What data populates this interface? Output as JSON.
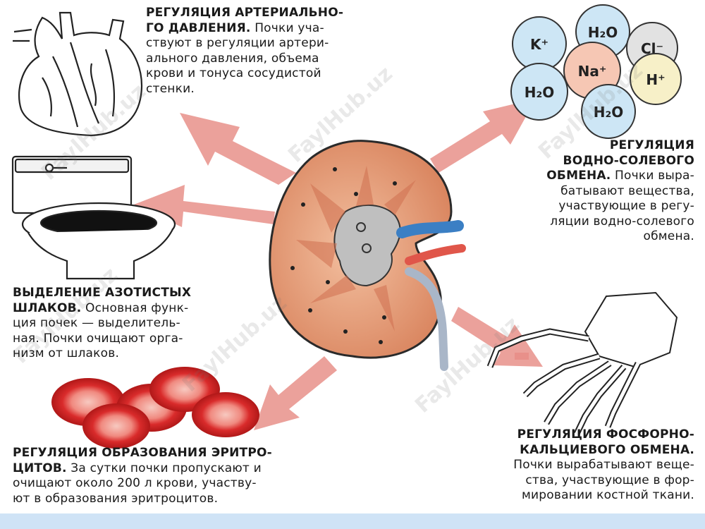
{
  "watermark": "FaylHub.uz",
  "blocks": {
    "pressure": {
      "heading_lines": [
        "РЕГУЛЯЦИЯ АРТЕРИАЛЬНО-",
        "ГО ДАВЛЕНИЯ."
      ],
      "body_lines": [
        " Почки уча-",
        "ствуют в регуляции артери-",
        "ального давления, объема",
        "крови и тонуса сосудистой",
        "стенки."
      ]
    },
    "water_salt": {
      "heading_lines": [
        "РЕГУЛЯЦИЯ",
        "ВОДНО-СОЛЕВОГО",
        "ОБМЕНА."
      ],
      "body_lines": [
        " Почки выра-",
        "батывают вещества,",
        "участвующие в регу-",
        "ляции водно-солевого",
        "обмена."
      ]
    },
    "waste": {
      "heading_lines": [
        "ВЫДЕЛЕНИЕ АЗОТИСТЫХ",
        "ШЛАКОВ."
      ],
      "body_lines": [
        " Основная функ-",
        "ция почек — выделитель-",
        "ная. Почки очищают орга-",
        "низм от шлаков."
      ]
    },
    "erythrocytes": {
      "heading_lines": [
        "РЕГУЛЯЦИЯ ОБРАЗОВАНИЯ ЭРИТРО-",
        "ЦИТОВ."
      ],
      "body_lines": [
        " За сутки почки пропускают и",
        "очищают около 200 л крови, участву-",
        "ют в образования эритроцитов."
      ]
    },
    "phosphorus_calcium": {
      "heading_lines": [
        "РЕГУЛЯЦИЯ ФОСФОРНО-",
        "КАЛЬЦИЕВОГО ОБМЕНА."
      ],
      "body_lines": [
        "Почки вырабатывают веще-",
        "ства, участвующие в фор-",
        "мировании костной ткани."
      ]
    }
  },
  "ions": [
    {
      "label": "K⁺",
      "color": "#cde6f5"
    },
    {
      "label": "H₂O",
      "color": "#cde6f5"
    },
    {
      "label": "Cl⁻",
      "color": "#e2e2e2"
    },
    {
      "label": "Na⁺",
      "color": "#f6c7b4"
    },
    {
      "label": "H⁺",
      "color": "#f7f0c8"
    },
    {
      "label": "H₂O",
      "color": "#cde6f5"
    },
    {
      "label": "H₂O",
      "color": "#cde6f5"
    }
  ],
  "colors": {
    "arrow": "#e8908a",
    "kidney_cortex": "#d9845e",
    "kidney_outline": "#2a2a2a",
    "vein": "#3b7fc4",
    "artery": "#e0564a",
    "blood_cell": "#d92b2b",
    "bottom_bar": "#cfe3f6"
  }
}
